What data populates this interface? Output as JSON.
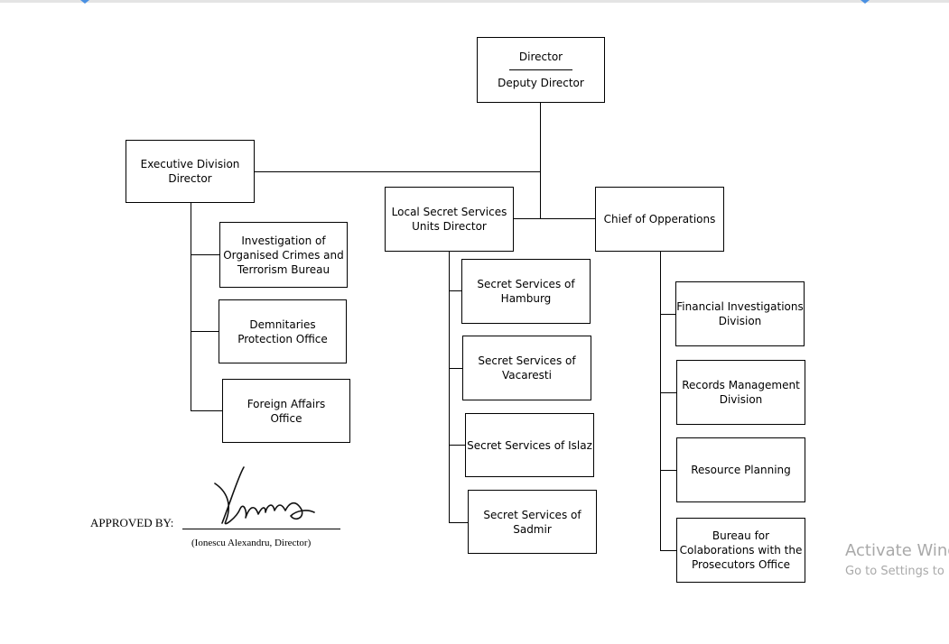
{
  "org_chart": {
    "director": {
      "title": "Director",
      "subtitle": "Deputy Director"
    },
    "executive": "Executive Division\nDirector",
    "local_units": "Local Secret Services\nUnits Director",
    "operations": "Chief of Opperations",
    "executive_children": [
      "Investigation of\nOrganised Crimes and\nTerrorism Bureau",
      "Demnitaries\nProtection Office",
      "Foreign Affairs\nOffice"
    ],
    "local_children": [
      "Secret Services of\nHamburg",
      "Secret Services of\nVacaresti",
      "Secret Services of Islaz",
      "Secret Services of\nSadmir"
    ],
    "operations_children": [
      "Financial Investigations\nDivision",
      "Records Management\nDivision",
      "Resource Planning",
      "Bureau for\nColaborations with the\nProsecutors Office"
    ]
  },
  "approval": {
    "label": "APPROVED BY:",
    "name": "(Ionescu Alexandru, Director)",
    "signature_text": "Ionesco"
  },
  "watermark": {
    "line1": "Activate Wind",
    "line2": "Go to Settings to"
  },
  "colors": {
    "line": "#000000",
    "watermark": "#a9a9a9",
    "marker": "#4a90e2"
  }
}
